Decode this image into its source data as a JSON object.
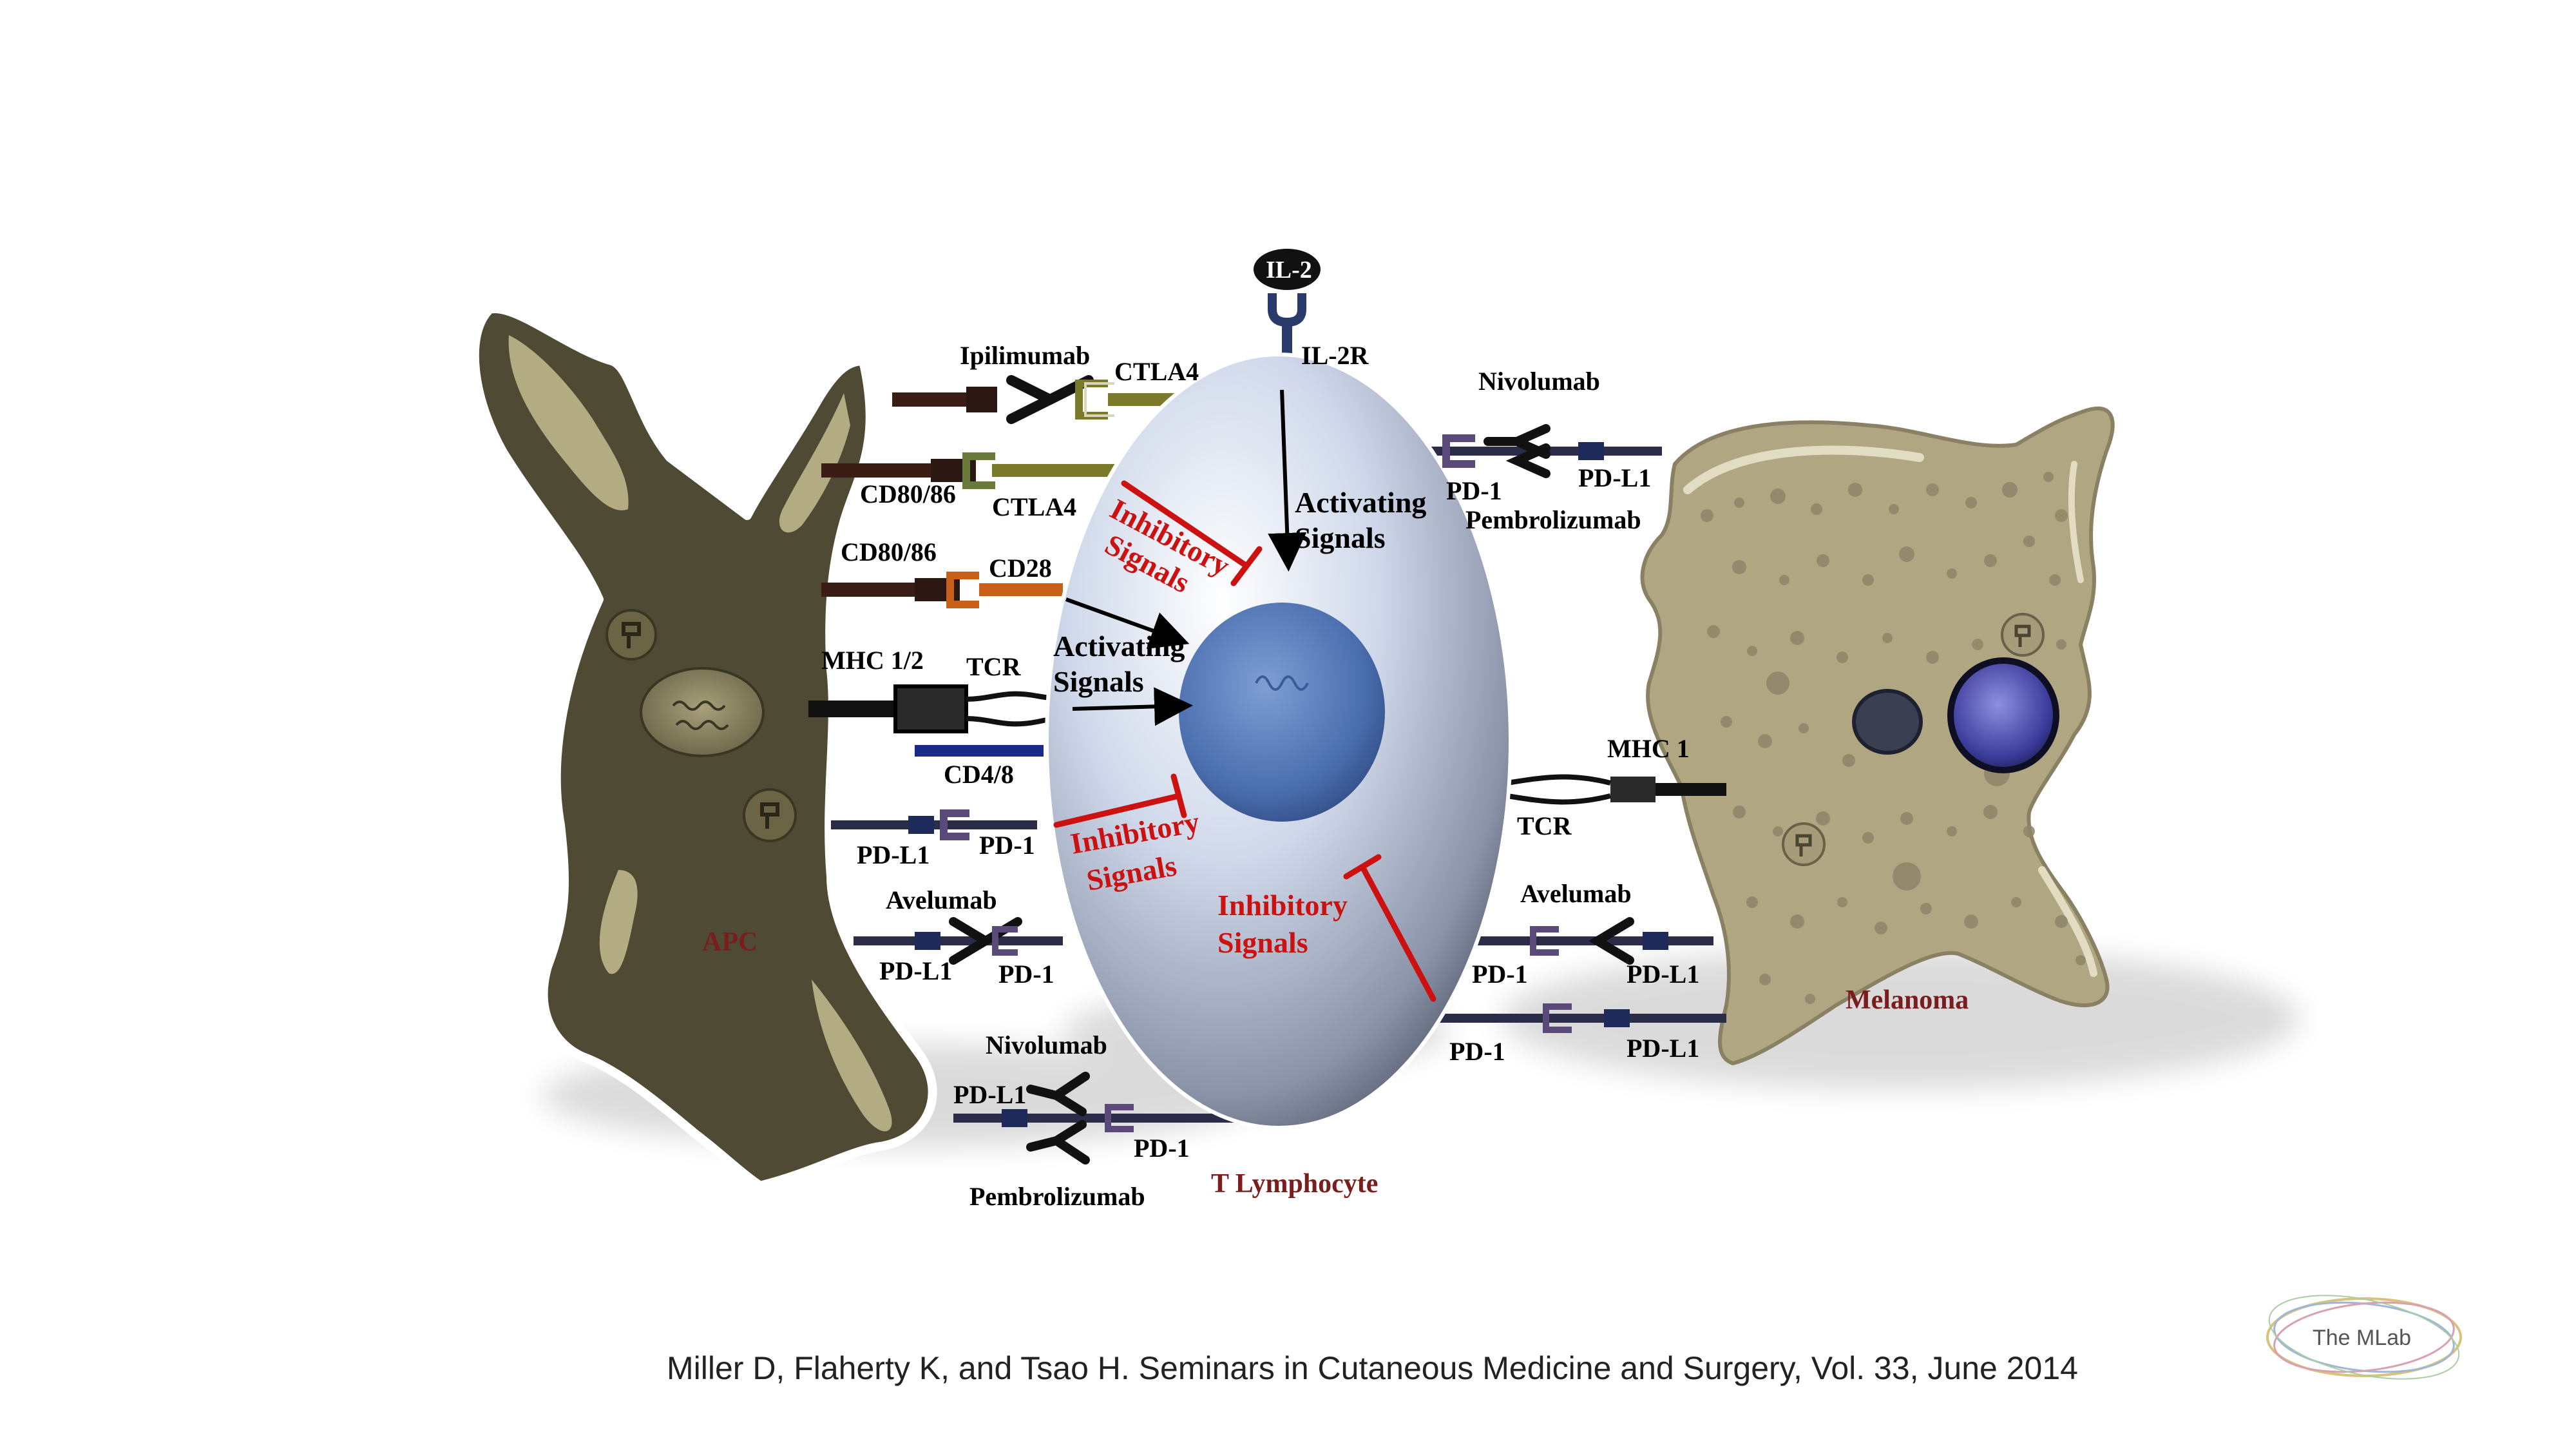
{
  "cells": {
    "apc": "APC",
    "t_cell": "T Lymphocyte",
    "melanoma": "Melanoma"
  },
  "cytokine": {
    "ligand": "IL-2",
    "receptor": "IL-2R"
  },
  "labels": {
    "ipilimumab": "Ipilimumab",
    "ctla4_top": "CTLA4",
    "cd80_86_a": "CD80/86",
    "ctla4_b": "CTLA4",
    "cd80_86_b": "CD80/86",
    "cd28": "CD28",
    "mhc12": "MHC 1/2",
    "tcr_left": "TCR",
    "cd48": "CD4/8",
    "pdl1_left": "PD-L1",
    "pd1_left": "PD-1",
    "avelumab_left": "Avelumab",
    "pdl1_avel_left": "PD-L1",
    "pd1_avel_left": "PD-1",
    "nivolumab_bottom": "Nivolumab",
    "pdl1_bottom": "PD-L1",
    "pd1_bottom": "PD-1",
    "pembrolizumab_bottom": "Pembrolizumab",
    "nivolumab_right": "Nivolumab",
    "pd1_right_top": "PD-1",
    "pdl1_right_top": "PD-L1",
    "pembrolizumab_right": "Pembrolizumab",
    "mhc1": "MHC 1",
    "tcr_right": "TCR",
    "avelumab_right": "Avelumab",
    "pd1_avel_right": "PD-1",
    "pdl1_avel_right": "PD-L1",
    "pd1_right_bottom": "PD-1",
    "pdl1_right_bottom": "PD-L1"
  },
  "signals": {
    "activating_top_1": "Activating",
    "activating_top_2": "Signals",
    "activating_left_1": "Activating",
    "activating_left_2": "Signals",
    "inhibitory_upper_1": "Inhibitory",
    "inhibitory_upper_2": "Signals",
    "inhibitory_mid_1": "Inhibitory",
    "inhibitory_mid_2": "Signals",
    "inhibitory_low_1": "Inhibitory",
    "inhibitory_low_2": "Signals"
  },
  "citation": "Miller D,  Flaherty K, and Tsao H. Seminars in Cutaneous Medicine and Surgery, Vol. 33, June 2014",
  "logo_text": "The MLab",
  "colors": {
    "apc_fill": "#4f4a33",
    "apc_highlight": "#b3ab82",
    "t_cell_fill": "#c9d3e6",
    "nucleus": "#4f74b3",
    "melanoma_fill": "#b0a682",
    "inhibitory": "#cc1111",
    "cell_label": "#7a1d1d"
  }
}
